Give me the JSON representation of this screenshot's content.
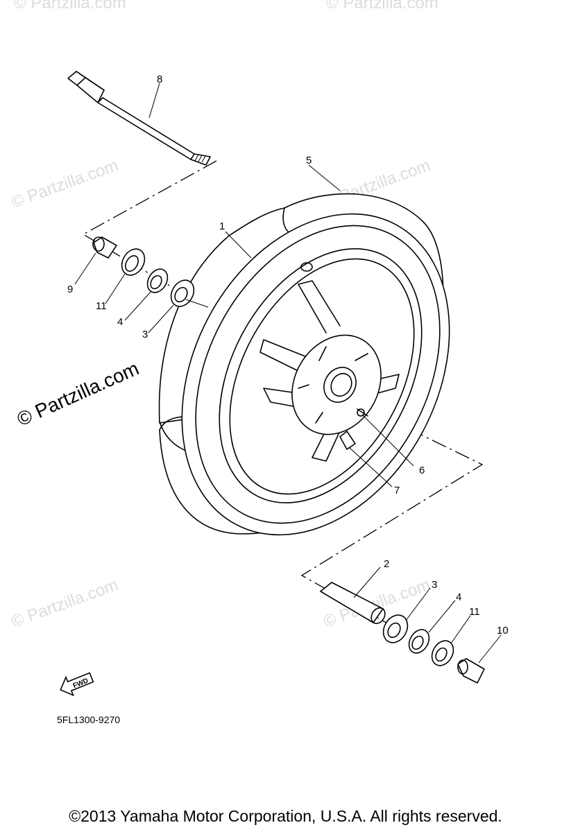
{
  "watermarks": {
    "site": "© Partzilla.com"
  },
  "callouts": {
    "c1": "1",
    "c2": "2",
    "c3a": "3",
    "c3b": "3",
    "c4a": "4",
    "c4b": "4",
    "c5": "5",
    "c6": "6",
    "c7": "7",
    "c8": "8",
    "c9": "9",
    "c10": "10",
    "c11a": "11",
    "c11b": "11"
  },
  "fwd_label": "FWD",
  "part_code": "5FL1300-9270",
  "copyright": "©2013  Yamaha Motor Corporation, U.S.A. All rights reserved.",
  "colors": {
    "line": "#000000",
    "watermark": "#dcdcdc",
    "background": "#ffffff"
  }
}
